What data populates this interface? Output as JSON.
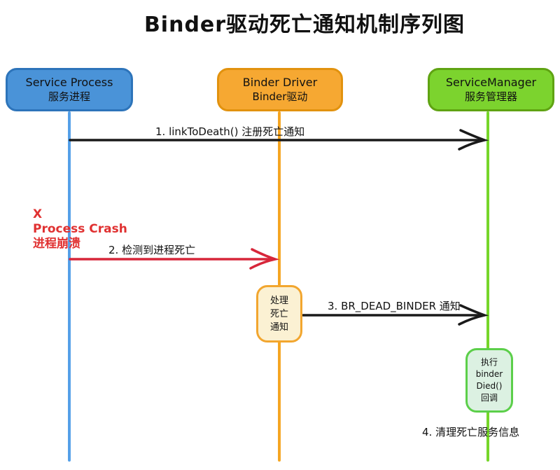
{
  "title": "Binder驱动死亡通知机制序列图",
  "actors": [
    {
      "name_en": "Service Process",
      "name_zh": "服务进程",
      "fill": "#4a93d8",
      "border": "#2d74ba",
      "lifeline": "#55a0e8"
    },
    {
      "name_en": "Binder Driver",
      "name_zh": "Binder驱动",
      "fill": "#f6a832",
      "border": "#e2920e",
      "lifeline": "#f5a623"
    },
    {
      "name_en": "ServiceManager",
      "name_zh": "服务管理器",
      "fill": "#7cd32e",
      "border": "#5fa312",
      "lifeline": "#76d62a"
    }
  ],
  "messages": [
    {
      "label": "1. linkToDeath() 注册死亡通知",
      "color": "#1a1a1a"
    },
    {
      "label": "2. 检测到进程死亡",
      "color": "#d7263a"
    },
    {
      "label": "3. BR_DEAD_BINDER 通知",
      "color": "#1a1a1a"
    },
    {
      "label": "4. 清理死亡服务信息",
      "color": "#1a1a1a"
    }
  ],
  "crash_annotation": {
    "mark": "X",
    "line1": "Process Crash",
    "line2": "进程崩溃",
    "color": "#e03131"
  },
  "notes": [
    {
      "lines": [
        "处理",
        "死亡",
        "通知"
      ],
      "fill": "#fbf1d3",
      "border": "#f2a62f"
    },
    {
      "lines": [
        "执行",
        "binder",
        "Died()",
        "回调"
      ],
      "fill": "#dcf1e2",
      "border": "#5ccf4a"
    }
  ]
}
